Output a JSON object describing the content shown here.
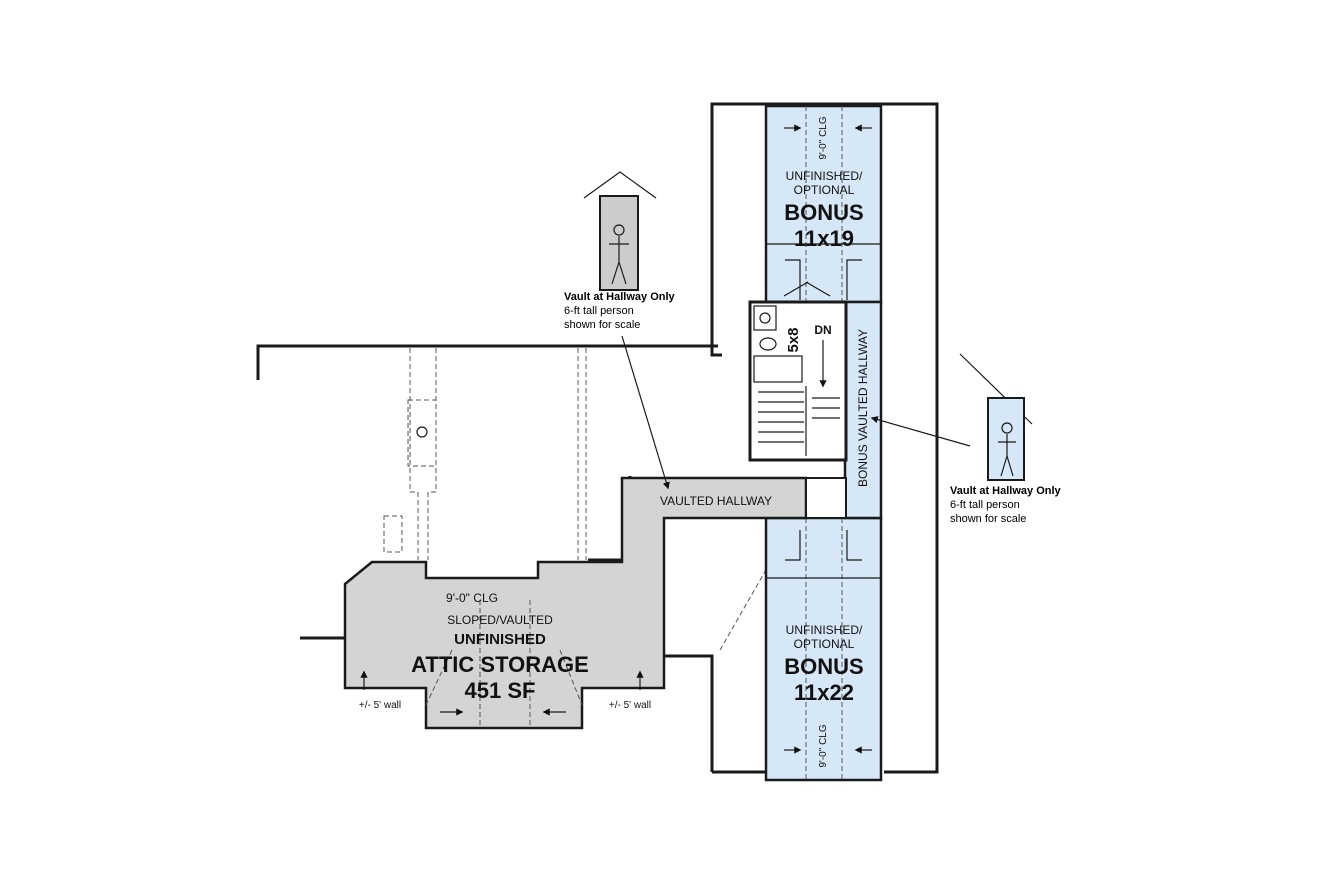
{
  "colors": {
    "bonus_fill": "#d6e8f7",
    "attic_fill": "#d4d4d4",
    "wall": "#1a1a1a"
  },
  "bonus_top": {
    "clg": "9'-0\" CLG",
    "line1": "UNFINISHED/",
    "line2": "OPTIONAL",
    "name": "BONUS",
    "size": "11x19"
  },
  "bonus_bottom": {
    "clg": "9'-0\" CLG",
    "line1": "UNFINISHED/",
    "line2": "OPTIONAL",
    "name": "BONUS",
    "size": "11x22"
  },
  "bath": {
    "size": "5x8",
    "stair": "DN"
  },
  "bonus_hallway": "BONUS VAULTED HALLWAY",
  "vaulted_hallway": "VAULTED HALLWAY",
  "attic": {
    "clg": "9'-0\" CLG",
    "line1": "SLOPED/VAULTED",
    "line2": "UNFINISHED",
    "name": "ATTIC STORAGE",
    "area": "451 SF",
    "wall_left": "+/- 5' wall",
    "wall_right": "+/- 5' wall"
  },
  "note_left": {
    "title": "Vault at Hallway Only",
    "line1": "6-ft tall person",
    "line2": "shown for scale"
  },
  "note_right": {
    "title": "Vault at Hallway Only",
    "line1": "6-ft tall person",
    "line2": "shown for scale"
  }
}
